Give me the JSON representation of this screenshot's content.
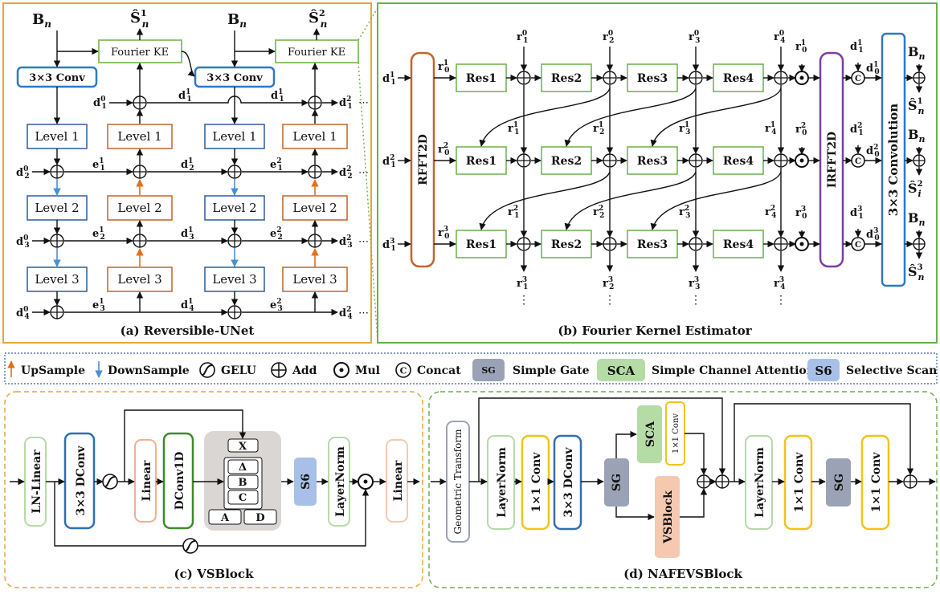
{
  "panel_a": {
    "caption": "(a) Reversible-UNet",
    "inputs": [
      "B",
      "B"
    ],
    "outputs": [
      "Ŝ",
      "Ŝ"
    ],
    "fourier_ke": "Fourier KE",
    "conv": "3×3 Conv",
    "levels": [
      "Level 1",
      "Level 2",
      "Level 3"
    ],
    "ellipsis": "⋯"
  },
  "panel_b": {
    "caption": "(b) Fourier Kernel Estimator",
    "rfft": "RFFT2D",
    "irfft": "IRFFT2D",
    "res": [
      "Res1",
      "Res2",
      "Res3",
      "Res4"
    ],
    "conv": "3×3 Convolution",
    "concat": "C",
    "ellipsis": "⋮"
  },
  "legend": {
    "upsample": "UpSample",
    "downsample": "DownSample",
    "gelu": "GELU",
    "add": "Add",
    "mul": "Mul",
    "concat": "Concat",
    "sg_badge": "SG",
    "sg": "Simple Gate",
    "sca_badge": "SCA",
    "sca": "Simple Channel Attention",
    "s6_badge": "S6",
    "s6": "Selective Scan"
  },
  "panel_c": {
    "caption": "(c) VSBlock",
    "ln_linear": "LN-Linear",
    "dconv": "3×3 DConv",
    "linear": "Linear",
    "dconv1d": "DConv1D",
    "x": "X",
    "delta": "Δ",
    "b": "B",
    "c": "C",
    "a": "A",
    "d": "D",
    "s6": "S6",
    "layernorm": "LayerNorm",
    "linear_out": "Linear"
  },
  "panel_d": {
    "caption": "(d) NAFEVSBlock",
    "geo": "Geometric Transform",
    "layernorm": "LayerNorm",
    "conv1": "1×1 Conv",
    "dconv": "3×3 DConv",
    "sg": "SG",
    "sca": "SCA",
    "sca_conv": "1×1 Conv",
    "vsblock": "VSBlock",
    "layernorm2": "LayerNorm",
    "conv2": "1×1 Conv",
    "sg2": "SG",
    "conv3": "1×1 Conv"
  },
  "colors": {
    "orange": "#e08a2e",
    "green": "#6ab04c",
    "blue": "#2e6fb5",
    "brown": "#c0652a",
    "purple": "#7b3fa8",
    "gray_box": "#9aa3b5",
    "sca_green": "#b6dca6",
    "s6_blue": "#a8c0e8",
    "vs_peach": "#f5c9b0",
    "yellow": "#f0c419"
  }
}
